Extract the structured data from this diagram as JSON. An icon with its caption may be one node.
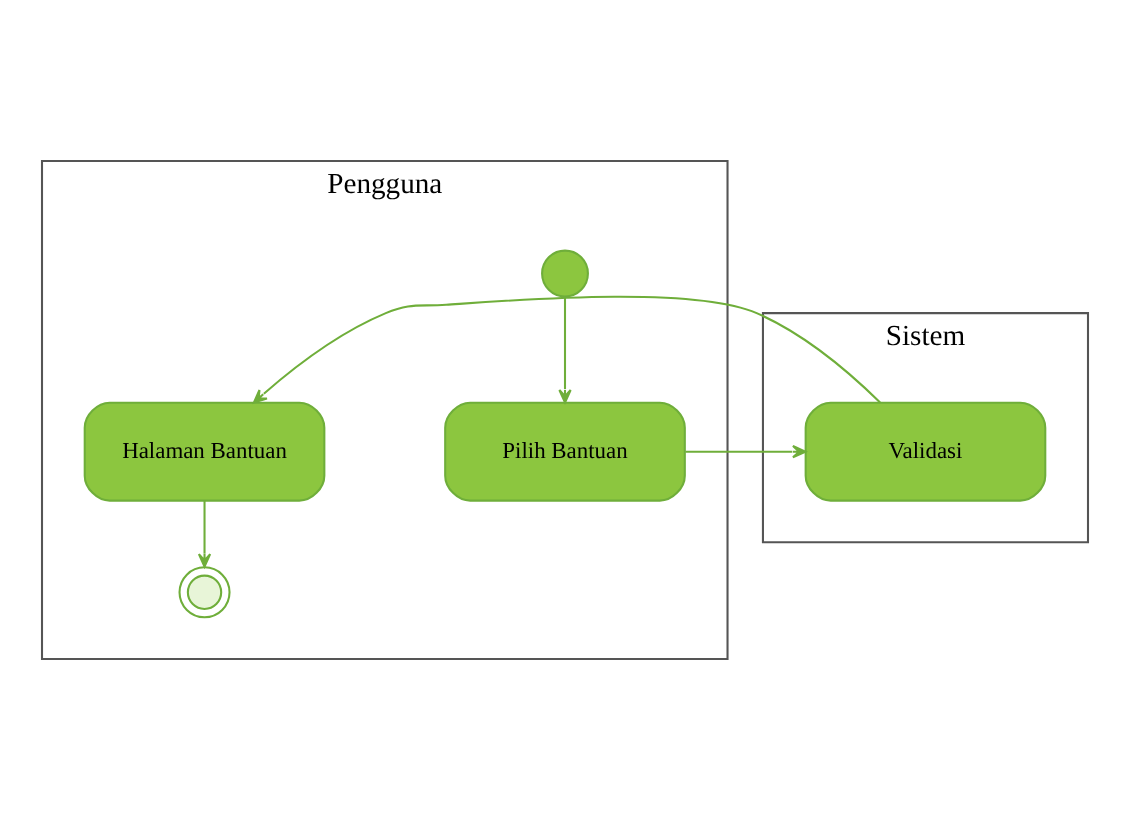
{
  "diagram": {
    "nodes": [
      {
        "text": [
          "Pengguna"
        ]
      },
      {
        "text": [],
        "shape": "circle",
        "in": 0
      },
      {
        "text": [
          "Pilih Bantuan"
        ],
        "in": 0
      },
      {
        "text": [
          "Halaman Bantuan"
        ],
        "in": 0
      },
      {
        "text": [],
        "shape": "bullseye",
        "in": 0
      },
      {
        "text": [
          "Sistem"
        ]
      },
      {
        "text": [
          "Validasi"
        ],
        "in": 5
      }
    ],
    "edges": [
      {
        "from": 1,
        "to": 2,
        "arrow": "to"
      },
      {
        "from": 2,
        "to": 6,
        "arrow": "to"
      },
      {
        "from": 6,
        "to": 3,
        "arrow": "to"
      },
      {
        "from": 3,
        "to": 4,
        "arrow": "to"
      }
    ]
  }
}
